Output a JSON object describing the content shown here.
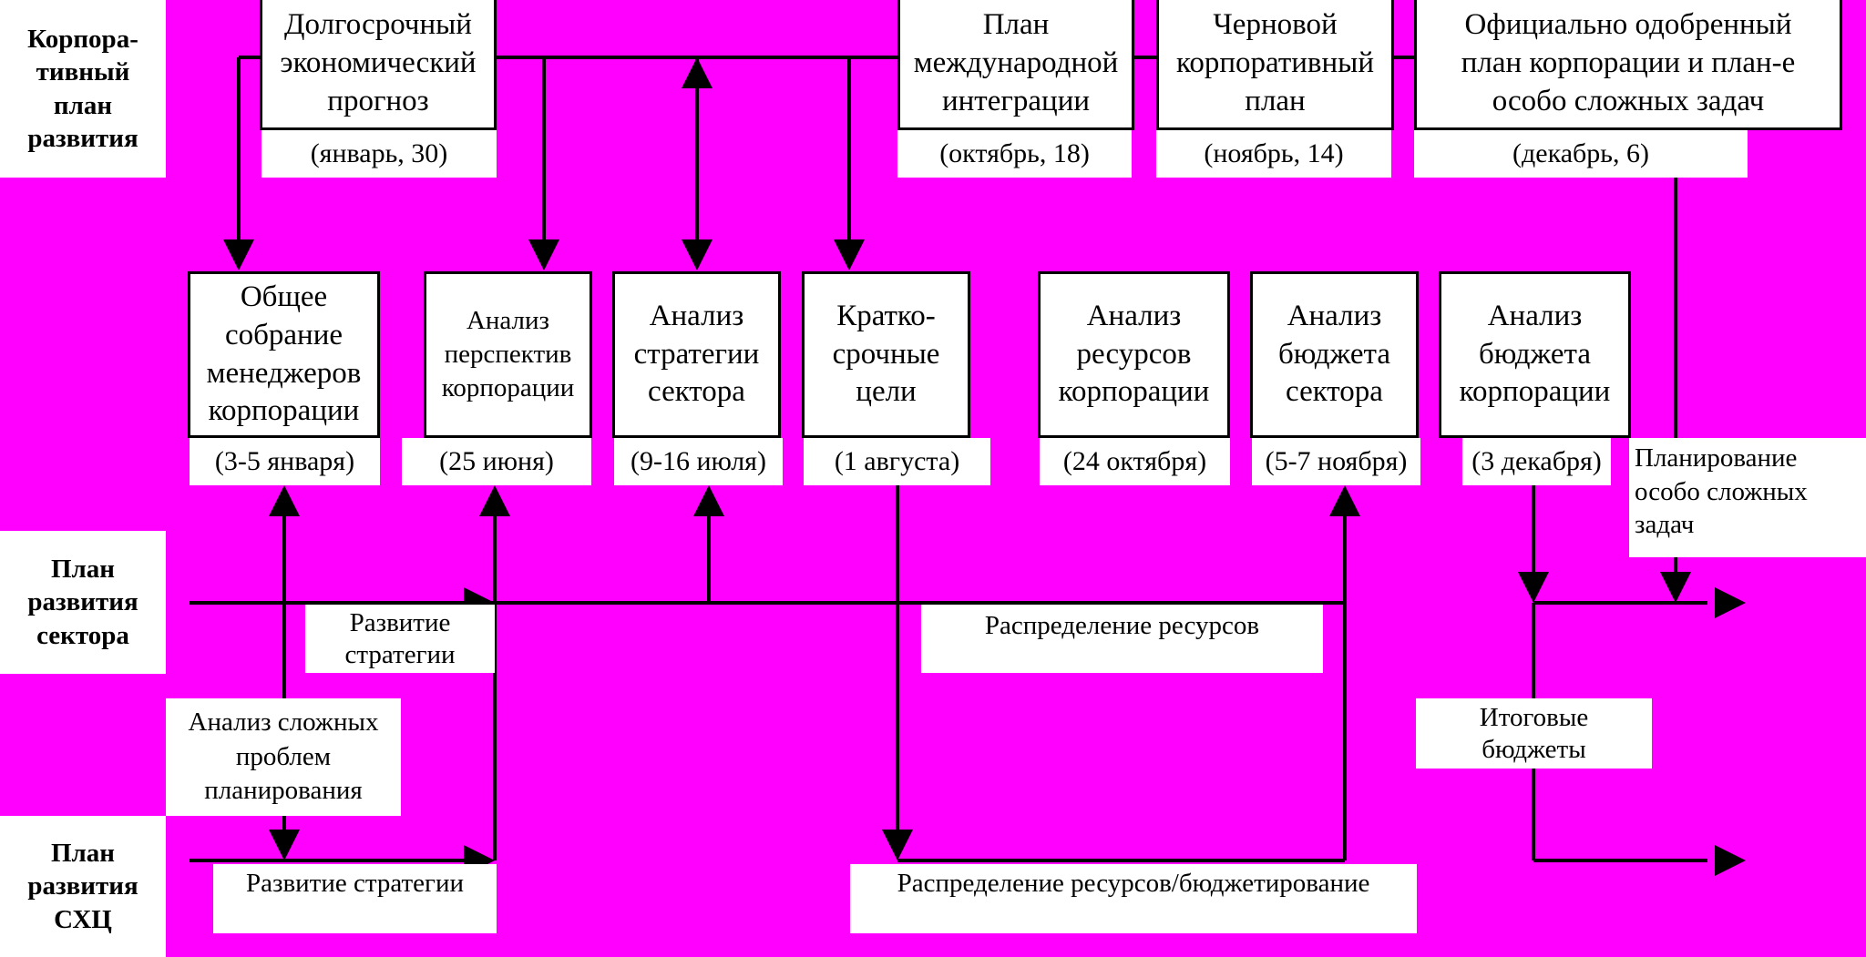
{
  "colors": {
    "background": "#ff00ff",
    "box_fill": "#ffffff",
    "line": "#000000"
  },
  "rows": {
    "corporate": "Корпора-\nтивный\nплан\nразвития",
    "sector": "План\nразвития\nсектора",
    "shc": "План\nразвития\nСХЦ"
  },
  "top_boxes": {
    "forecast": "Долгосрочный\nэкономический\nпрогноз",
    "integration": "План\nмеждународной\nинтеграции",
    "draft": "Черновой\nкорпоративный\nплан",
    "approved": "Официально одобренный\nплан корпорации и план-е\nособо сложных задач"
  },
  "top_dates": {
    "forecast": "(январь, 30)",
    "integration": "(октябрь, 18)",
    "draft": "(ноябрь, 14)",
    "approved": "(декабрь, 6)"
  },
  "mid_boxes": {
    "managers": "Общее\nсобрание\nменеджеров\nкорпорации",
    "prospects": "Анализ\nперспектив\nкорпорации",
    "strategy": "Анализ\nстратегии\nсектора",
    "goals": "Кратко-\nсрочные\nцели",
    "resources": "Анализ\nресурсов\nкорпорации",
    "sector_budget": "Анализ\nбюджета\nсектора",
    "corp_budget": "Анализ\nбюджета\nкорпорации"
  },
  "mid_dates": {
    "managers": "(3-5 января)",
    "prospects": "(25 июня)",
    "strategy": "(9-16 июля)",
    "goals": "(1 августа)",
    "resources": "(24 октября)",
    "sector_budget": "(5-7 ноября)",
    "corp_budget": "(3 декабря)"
  },
  "labels": {
    "complex_planning": "Планирование\nособо сложных\nзадач",
    "strategy_dev": "Развитие\nстратегии",
    "resource_alloc": "Распределение ресурсов",
    "complex_analysis": "Анализ сложных\nпроблем\nпланирования",
    "final_budgets": "Итоговые\nбюджеты",
    "strategy_dev_shc": "Развитие стратегии",
    "resource_budgeting": "Распределение ресурсов/бюджетирование"
  }
}
